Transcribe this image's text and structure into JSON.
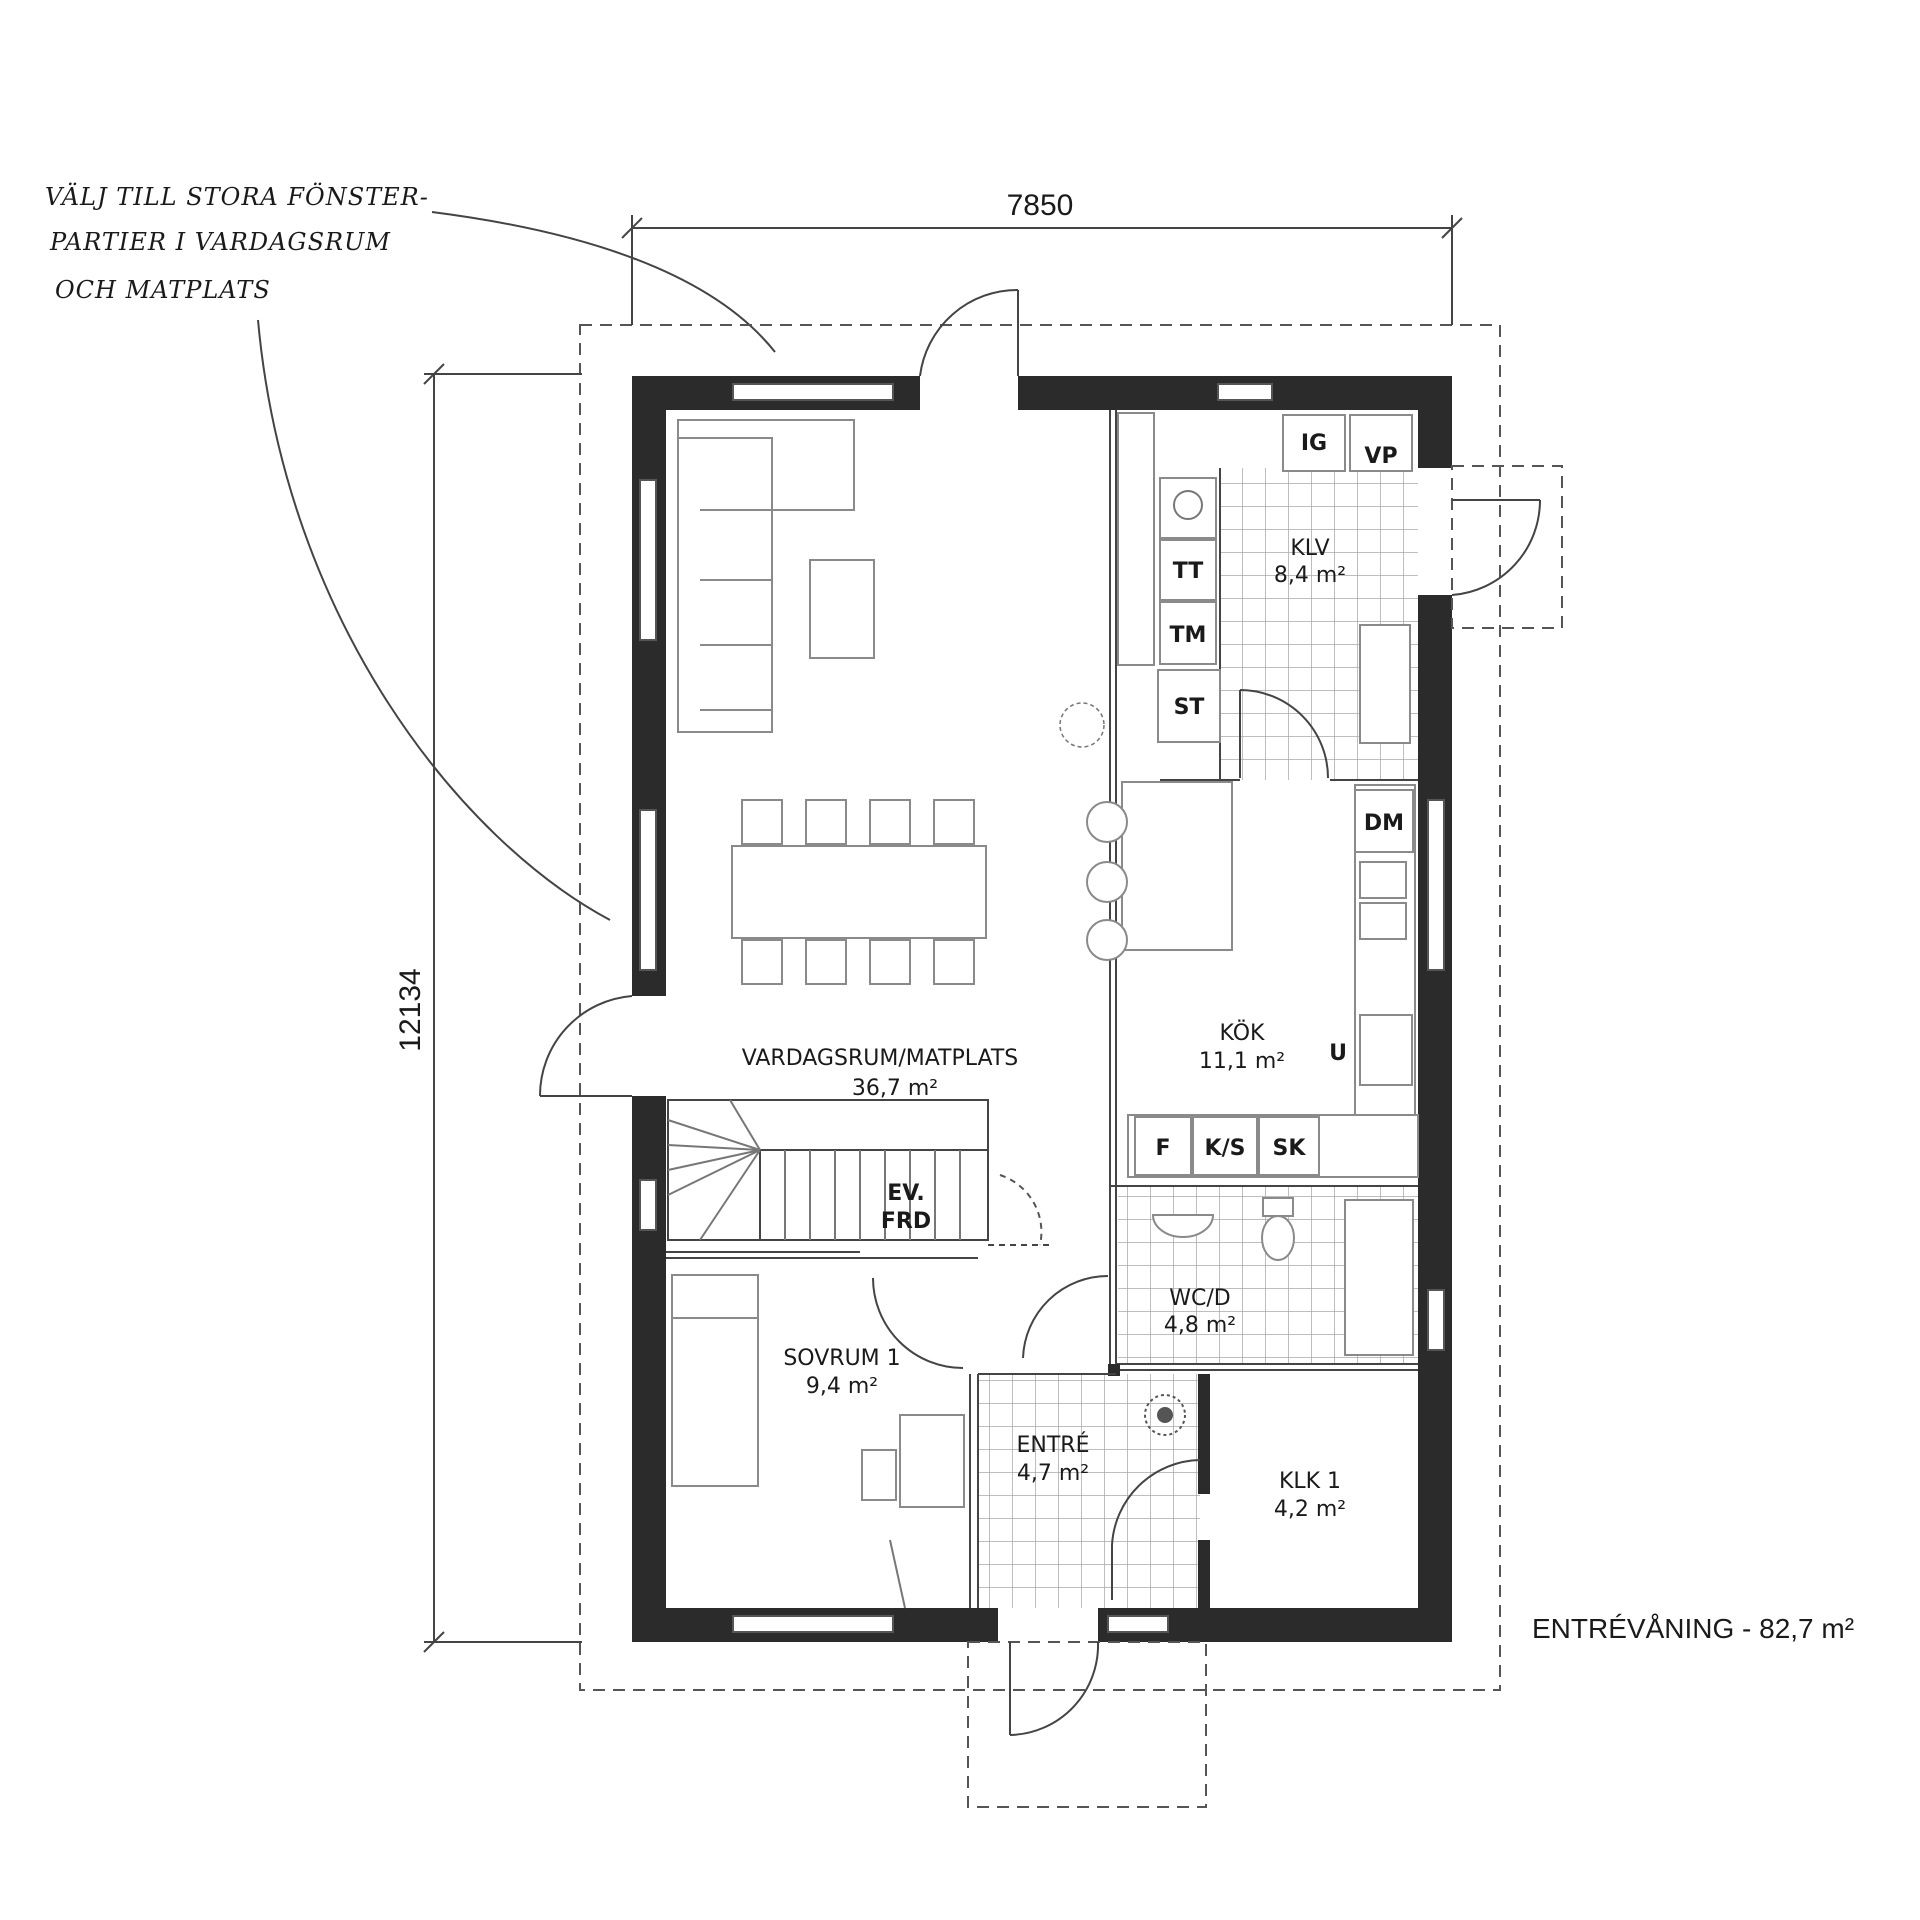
{
  "annotation": {
    "lines": [
      "VÄLJ TILL STORA FÖNSTER-",
      "PARTIER I VARDAGSRUM",
      "OCH MATPLATS"
    ]
  },
  "dimensions": {
    "width": "7850",
    "depth": "12134"
  },
  "rooms": {
    "living": {
      "name": "VARDAGSRUM/MATPLATS",
      "area": "36,7 m²"
    },
    "laundry": {
      "name": "KLV",
      "area": "8,4 m²"
    },
    "kitchen": {
      "name": "KÖK",
      "area": "11,1 m²"
    },
    "wc": {
      "name": "WC/D",
      "area": "4,8 m²"
    },
    "bedroom": {
      "name": "SOVRUM 1",
      "area": "9,4 m²"
    },
    "entry": {
      "name": "ENTRÉ",
      "area": "4,7 m²"
    },
    "closet": {
      "name": "KLK 1",
      "area": "4,2 m²"
    }
  },
  "fixtures": {
    "ig": "IG",
    "vp": "VP",
    "tt": "TT",
    "tm": "TM",
    "st": "ST",
    "dm": "DM",
    "u": "U",
    "f": "F",
    "ks": "K/S",
    "sk": "SK",
    "ev_line1": "EV.",
    "ev_line2": "FRD"
  },
  "floor_label": "ENTRÉVÅNING - 82,7 m²"
}
